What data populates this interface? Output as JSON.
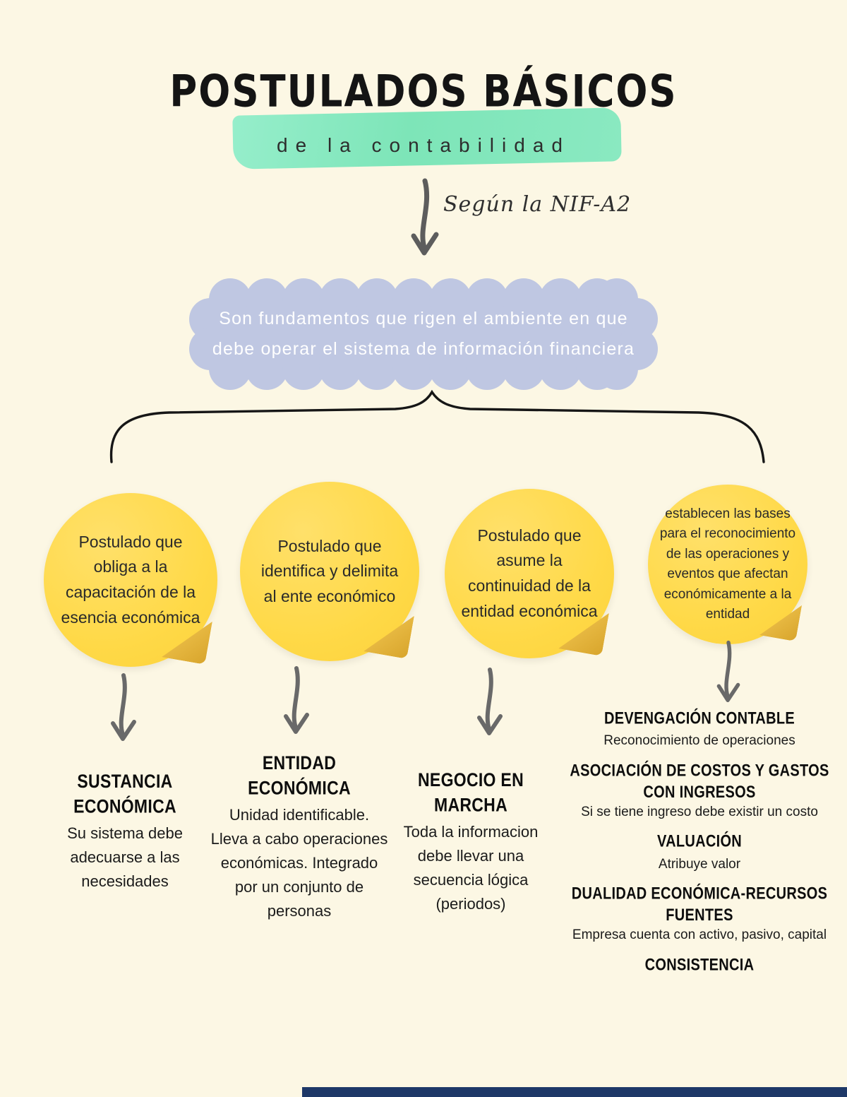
{
  "header": {
    "title": "POSTULADOS BÁSICOS",
    "subtitle": "de la contabilidad",
    "annotation": "Según la NIF-A2"
  },
  "definition": {
    "text": "Son fundamentos que rigen el ambiente en que debe operar el sistema de información financiera"
  },
  "branches": [
    {
      "bubble": "Postulado que obliga a la capacitación de la esencia económica",
      "details": [
        {
          "heading": "SUSTANCIA ECONÓMICA",
          "body": "Su sistema debe adecuarse a las necesidades"
        }
      ]
    },
    {
      "bubble": "Postulado que identifica y delimita al ente económico",
      "details": [
        {
          "heading": "ENTIDAD ECONÓMICA",
          "body": "Unidad identificable. Lleva a cabo operaciones económicas. Integrado por un conjunto de personas"
        }
      ]
    },
    {
      "bubble": "Postulado que asume la continuidad de la entidad económica",
      "details": [
        {
          "heading": "NEGOCIO EN MARCHA",
          "body": "Toda la informacion debe llevar una secuencia lógica (periodos)"
        }
      ]
    },
    {
      "bubble": "establecen las bases para el reconocimiento de las operaciones y eventos que afectan económicamente a la entidad",
      "details": [
        {
          "heading": "DEVENGACIÓN CONTABLE",
          "body": "Reconocimiento de operaciones"
        },
        {
          "heading": "ASOCIACIÓN DE COSTOS Y GASTOS CON INGRESOS",
          "body": "Si se tiene ingreso debe existir un costo"
        },
        {
          "heading": "VALUACIÓN",
          "body": "Atribuye valor"
        },
        {
          "heading": "DUALIDAD ECONÓMICA-RECURSOS FUENTES",
          "body": "Empresa cuenta con activo, pasivo, capital"
        },
        {
          "heading": "CONSISTENCIA",
          "body": ""
        }
      ]
    }
  ],
  "colors": {
    "background": "#FCF7E4",
    "title_highlight": "#8AE9C1",
    "cloud": "#BFC7E2",
    "sticker": "#FFD947",
    "sticker_fold": "#E2AE2F",
    "arrow": "#5D5D5D",
    "footer_bar": "#1E3868"
  }
}
